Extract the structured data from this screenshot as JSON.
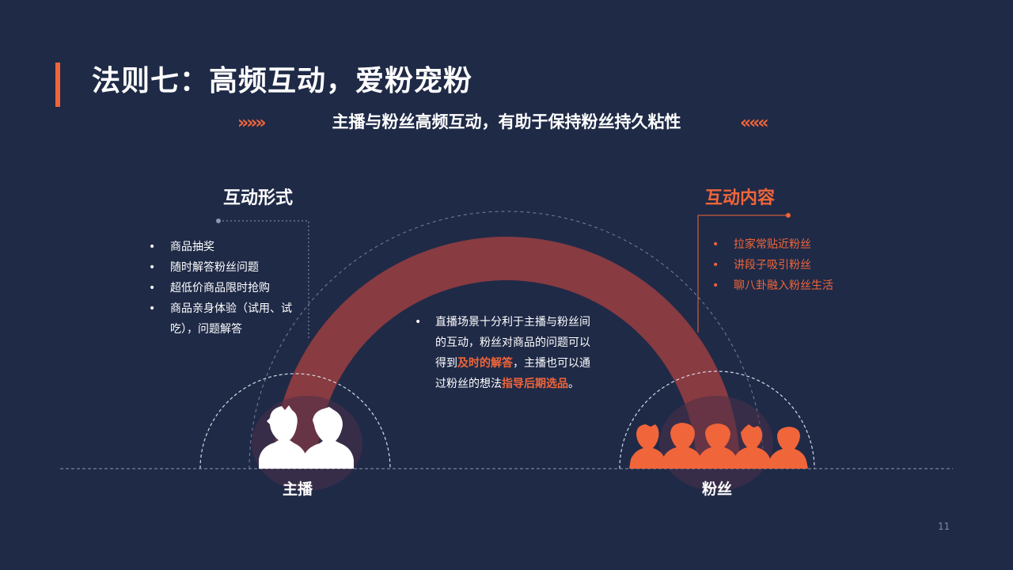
{
  "title": "法则七：高频互动，爱粉宠粉",
  "subtitle": "主播与粉丝高频互动，有助于保持粉丝持久粘性",
  "chevrons": {
    "left": "»»»",
    "right": "«««"
  },
  "interaction_forms": {
    "title": "互动形式",
    "items": [
      "商品抽奖",
      "随时解答粉丝问题",
      "超低价商品限时抢购",
      "商品亲身体验（试用、试吃），问题解答"
    ]
  },
  "interaction_content": {
    "title": "互动内容",
    "items": [
      "拉家常贴近粉丝",
      "讲段子吸引粉丝",
      "聊八卦融入粉丝生活"
    ]
  },
  "center": {
    "text1": "直播场景十分利于主播与粉丝间的互动，粉丝对商品的问题可以得到",
    "highlight1": "及时的解答",
    "text2": "，主播也可以通过粉丝的想法",
    "highlight2": "指导后期选品",
    "text3": "。"
  },
  "labels": {
    "host": "主播",
    "fans": "粉丝"
  },
  "page_number": "11",
  "colors": {
    "background": "#1f2a47",
    "accent": "#f0653a",
    "arch": "#8e3c41",
    "text": "#ffffff"
  },
  "icons": {
    "host": "host-people-icon",
    "fans": "fans-people-icon"
  }
}
